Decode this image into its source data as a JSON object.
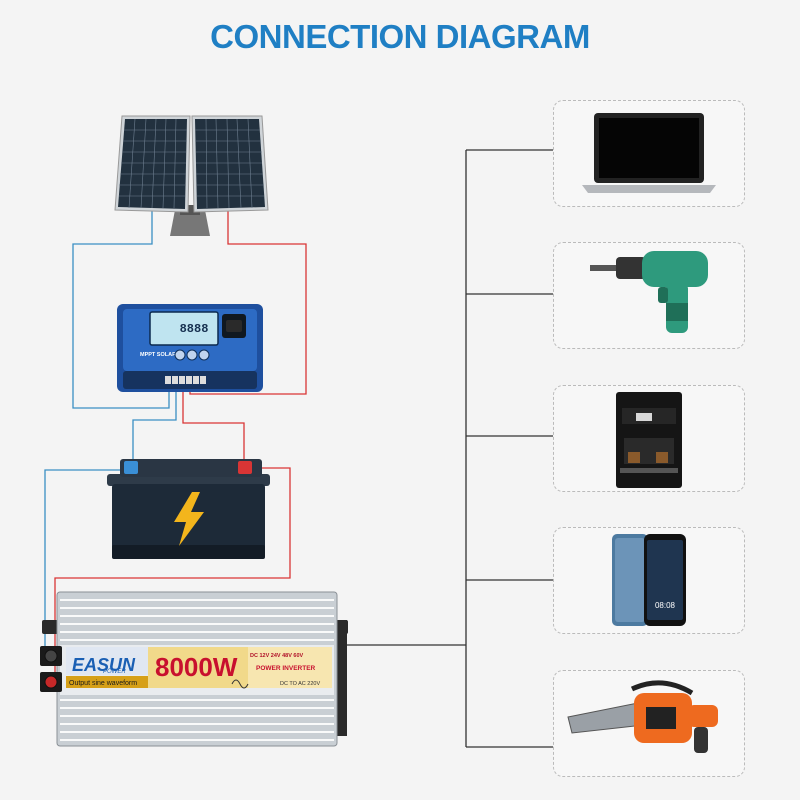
{
  "title": "CONNECTION DIAGRAM",
  "controller": {
    "display_digits": "8888",
    "label": "MPPT SOLAR"
  },
  "inverter": {
    "brand_main": "EASUN",
    "brand_sub": "POWER",
    "wattage": "8000W",
    "product_type": "POWER INVERTER",
    "waveform_label": "Output sine waveform",
    "dc_options": "DC  12V  24V  48V  60V",
    "conversion": "DC TO AC 220V"
  },
  "phone": {
    "clock": "08:08"
  },
  "colors": {
    "title_blue": "#1f7fc4",
    "wire_red": "#d93535",
    "wire_blue": "#3a8fc4",
    "wattage_red": "#c8102e",
    "brand_blue": "#1a5fb4",
    "bolt_yellow": "#f3b51c"
  },
  "appliances": [
    {
      "icon": "laptop-icon"
    },
    {
      "icon": "drill-icon"
    },
    {
      "icon": "coffee-machine-icon"
    },
    {
      "icon": "smartphone-icon"
    },
    {
      "icon": "chainsaw-icon"
    }
  ]
}
